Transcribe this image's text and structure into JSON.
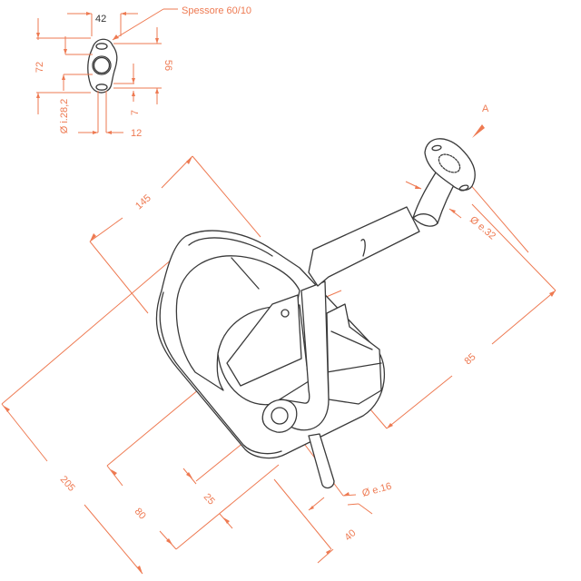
{
  "colors": {
    "dimension": "#ee7a52",
    "part": "#3a3a3a",
    "background": "#ffffff"
  },
  "flange_detail": {
    "width_label": "42",
    "thickness_note": "Spessore 60/10",
    "height_outer_label": "72",
    "height_inner_label": "56",
    "hole_diameter_label": "Ø i.28,2",
    "offset_label": "7",
    "slot_label": "12"
  },
  "main_view": {
    "view_marker": "A",
    "inlet_diameter_label": "Ø e.32",
    "outlet_diameter_label": "Ø e.16",
    "dimensions": {
      "can_length": "145",
      "overall_length": "205",
      "bracket_offset": "85",
      "outlet_offset": "80",
      "outlet_gap": "25",
      "tail_length": "40"
    }
  }
}
